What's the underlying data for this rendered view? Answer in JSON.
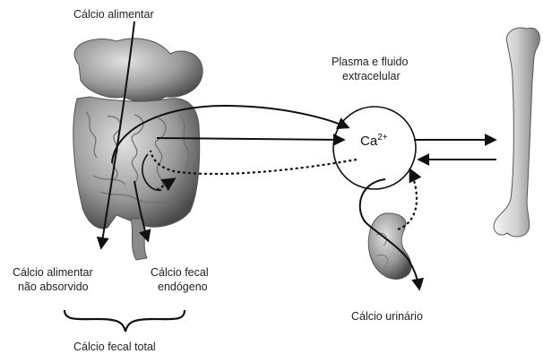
{
  "labels": {
    "calcio_alimentar": "Cálcio alimentar",
    "plasma_line1": "Plasma e fluido",
    "plasma_line2": "extracelular",
    "nao_absorvido_line1": "Cálcio alimentar",
    "nao_absorvido_line2": "não absorvido",
    "fecal_endogeno_line1": "Cálcio fecal",
    "fecal_endogeno_line2": "endógeno",
    "fecal_total": "Cálcio fecal total",
    "urinario": "Cálcio urinário",
    "ion_base": "Ca",
    "ion_charge": "2+"
  },
  "icons": [
    "digestive-tract-icon",
    "kidney-icon",
    "bone-icon"
  ],
  "colors": {
    "ink": "#111111",
    "organ_dark": "#5a5a5a",
    "organ_light": "#bdbdbd"
  }
}
